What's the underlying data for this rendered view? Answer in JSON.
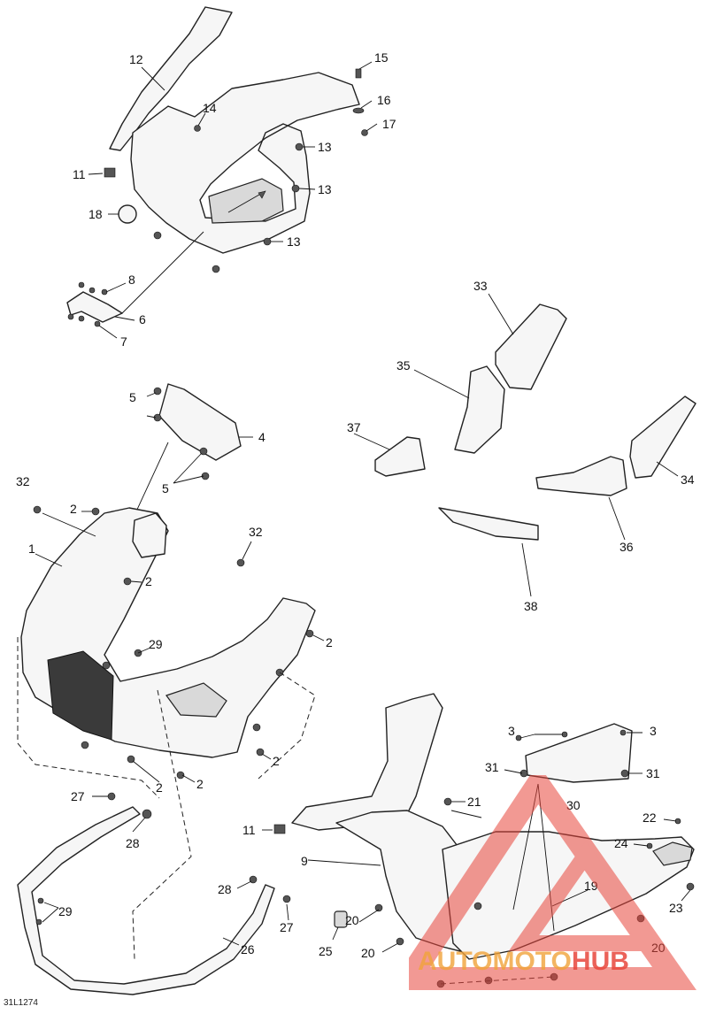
{
  "reference_code": "31L1274",
  "watermark": {
    "brand_part1": "AUTOMOTO",
    "brand_part2": "HUB",
    "color_primary": "#e8463c",
    "color_secondary": "#f0a23a"
  },
  "callouts": {
    "c1": "1",
    "c2a": "2",
    "c2b": "2",
    "c2c": "2",
    "c2d": "2",
    "c2e": "2",
    "c2f": "2",
    "c3a": "3",
    "c3b": "3",
    "c4": "4",
    "c5a": "5",
    "c5b": "5",
    "c6": "6",
    "c7": "7",
    "c8": "8",
    "c9": "9",
    "c11a": "11",
    "c11b": "11",
    "c12": "12",
    "c13a": "13",
    "c13b": "13",
    "c13c": "13",
    "c14": "14",
    "c15": "15",
    "c16": "16",
    "c17": "17",
    "c18": "18",
    "c19": "19",
    "c20a": "20",
    "c20b": "20",
    "c20c": "20",
    "c21": "21",
    "c22": "22",
    "c23": "23",
    "c24": "24",
    "c25": "25",
    "c26": "26",
    "c27a": "27",
    "c27b": "27",
    "c28a": "28",
    "c28b": "28",
    "c29a": "29",
    "c29b": "29",
    "c30": "30",
    "c31a": "31",
    "c31b": "31",
    "c32a": "32",
    "c32b": "32",
    "c33": "33",
    "c34": "34",
    "c35": "35",
    "c36": "36",
    "c37": "37",
    "c38": "38"
  }
}
